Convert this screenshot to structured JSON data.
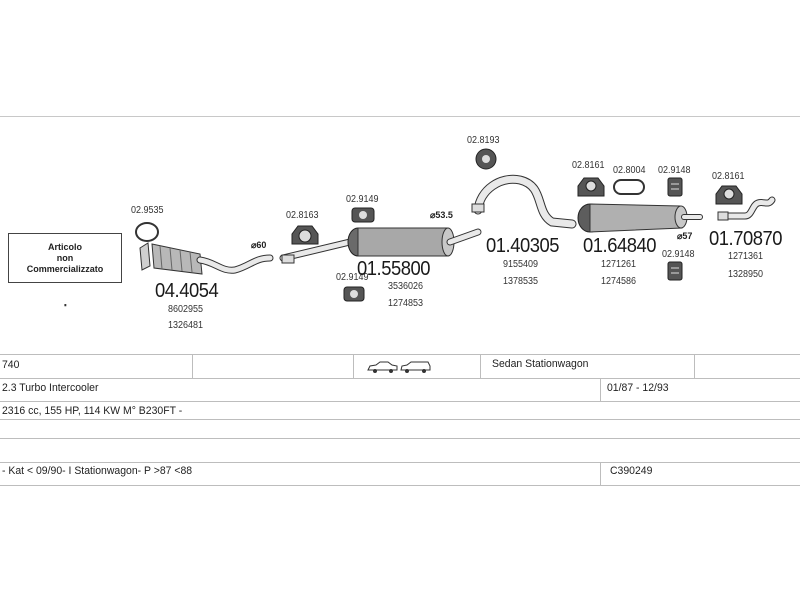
{
  "notice": [
    "Articolo",
    "non",
    "Commercializzato"
  ],
  "parts": [
    {
      "id": "front-pipe",
      "number": "04.4054",
      "refs": [
        "8602955",
        "1326481"
      ]
    },
    {
      "id": "middle-silencer",
      "number": "01.55800",
      "refs": [
        "3536026",
        "1274853"
      ]
    },
    {
      "id": "intermediate-pipe",
      "number": "01.40305",
      "refs": [
        "9155409",
        "1378535"
      ]
    },
    {
      "id": "rear-silencer",
      "number": "01.64840",
      "refs": [
        "1271261",
        "1274586"
      ]
    },
    {
      "id": "tail-pipe",
      "number": "01.70870",
      "refs": [
        "1271361",
        "1328950"
      ]
    }
  ],
  "accessories": {
    "gasket": "02.9535",
    "clamp_front": "02.8163",
    "clamp_mid_top": "02.9149",
    "clamp_mid_bottom": "02.9149",
    "hanger_intermediate": "02.8193",
    "hanger_rear_1": "02.8161",
    "hanger_rear_2": "02.8004",
    "clamp_rear_top": "02.9148",
    "clamp_rear_bottom": "02.9148",
    "hanger_tail": "02.8161"
  },
  "diameters": {
    "d1": "⌀60",
    "d2": "⌀53.5",
    "d3": "⌀57"
  },
  "bullet": "▪",
  "table": {
    "row1": {
      "model": "740",
      "body": "Sedan Stationwagon"
    },
    "row2": {
      "engine": "2.3 Turbo Intercooler",
      "period": "01/87 - 12/93"
    },
    "row3": {
      "spec": "2316 cc, 155 HP, 114 KW M° B230FT -"
    },
    "row5": {
      "note": "- Kat < 09/90- I Stationwagon- P >87 <88",
      "code": "C390249"
    }
  }
}
